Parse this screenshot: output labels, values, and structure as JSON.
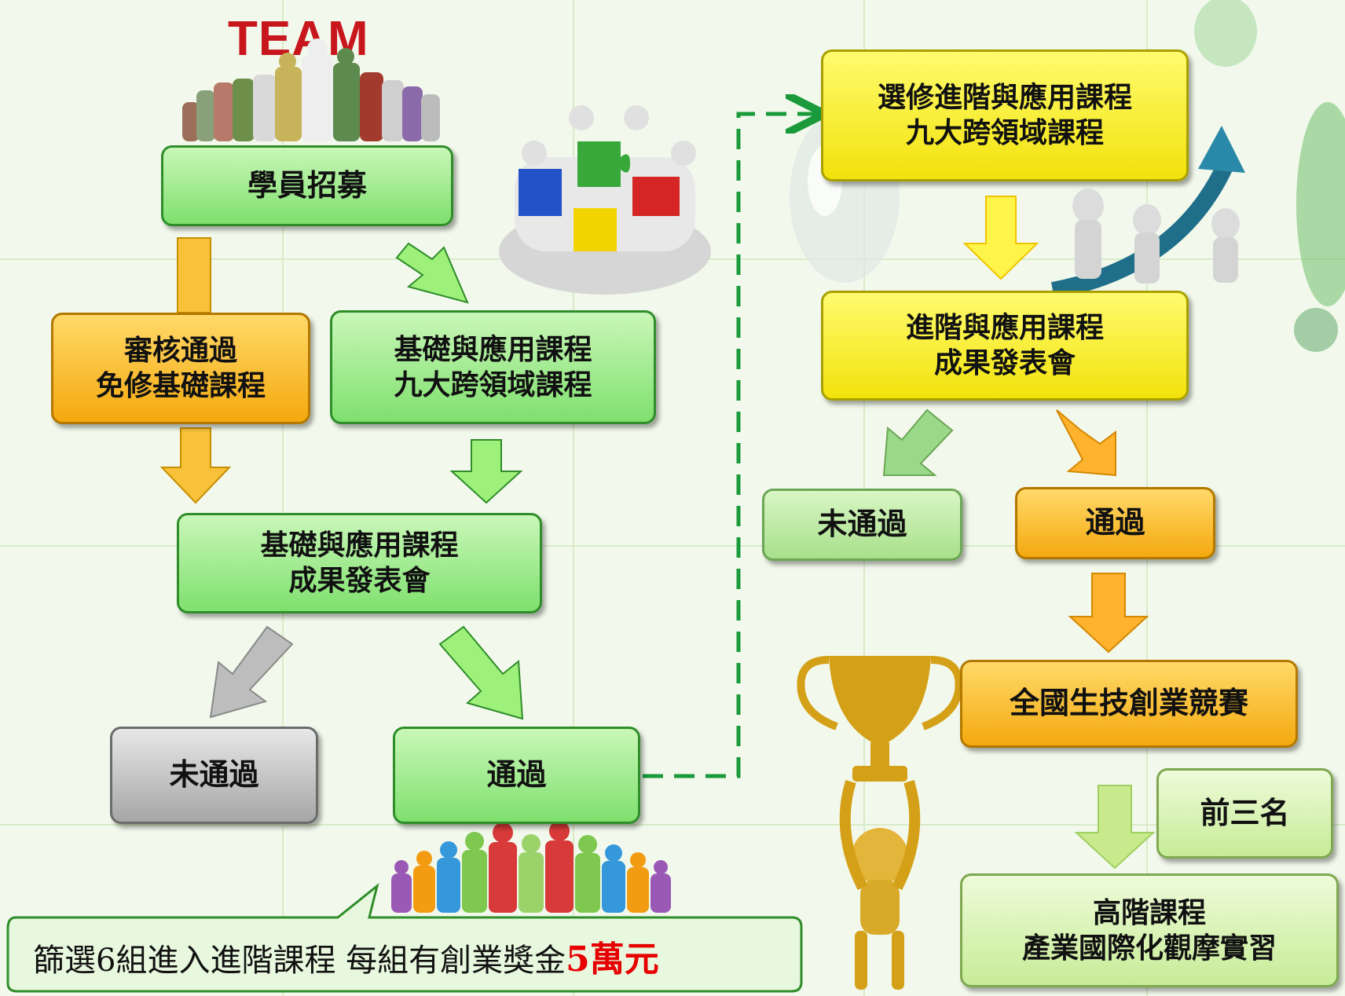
{
  "team_label": "TEAM",
  "boxes": {
    "recruit": "學員招募",
    "exempt": [
      "審核通過",
      "免修基礎課程"
    ],
    "basic_course": [
      "基礎與應用課程",
      "九大跨領域課程"
    ],
    "basic_present": [
      "基礎與應用課程",
      "成果發表會"
    ],
    "fail_left": "未通過",
    "pass_left": "通過",
    "adv_course": [
      "選修進階與應用課程",
      "九大跨領域課程"
    ],
    "adv_present": [
      "進階與應用課程",
      "成果發表會"
    ],
    "fail_right": "未通過",
    "pass_right": "通過",
    "competition": "全國生技創業競賽",
    "top3": "前三名",
    "final": [
      "高階課程",
      "產業國際化觀摩實習"
    ]
  },
  "callout": {
    "text": "篩選6組進入進階課程  每組有創業獎金",
    "highlight": "5萬元"
  },
  "colors": {
    "green_box": "#7fe06e",
    "orange_box": "#f4a90f",
    "yellow_box": "#f2e20c",
    "gray_box": "#a6a6a6",
    "dashed_connector": "#1a9a3a",
    "highlight_text": "#e60000",
    "team_text": "#c8161d"
  },
  "icons": [
    "team-crowd-icon",
    "puzzle-people-icon",
    "growth-arrow-people-icon",
    "trophy-figure-icon",
    "people-group-icon",
    "glass-drop-icon"
  ]
}
